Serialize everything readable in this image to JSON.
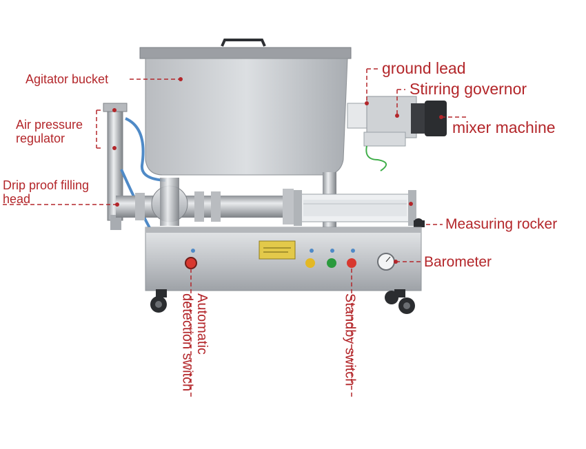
{
  "labels": {
    "agitator_bucket": "Agitator bucket",
    "air_pressure_regulator_1": "Air pressure",
    "air_pressure_regulator_2": "regulator",
    "drip_proof_1": "Drip proof filling",
    "drip_proof_2": "head",
    "ground_lead": "ground lead",
    "stirring_governor": "Stirring governor",
    "mixer_machine": "mixer machine",
    "measuring_rocker": "Measuring rocker",
    "barometer": "Barometer",
    "auto_switch_1": "Automatic",
    "auto_switch_2": "detection switch",
    "standby_switch": "Standby switch"
  },
  "colors": {
    "label": "#b3262a",
    "leader": "#b3262a",
    "steel": "#c9ccd0",
    "steel_dark": "#8f949a",
    "motor": "#2b2d30",
    "panel_sticker": "#e3c94a"
  }
}
